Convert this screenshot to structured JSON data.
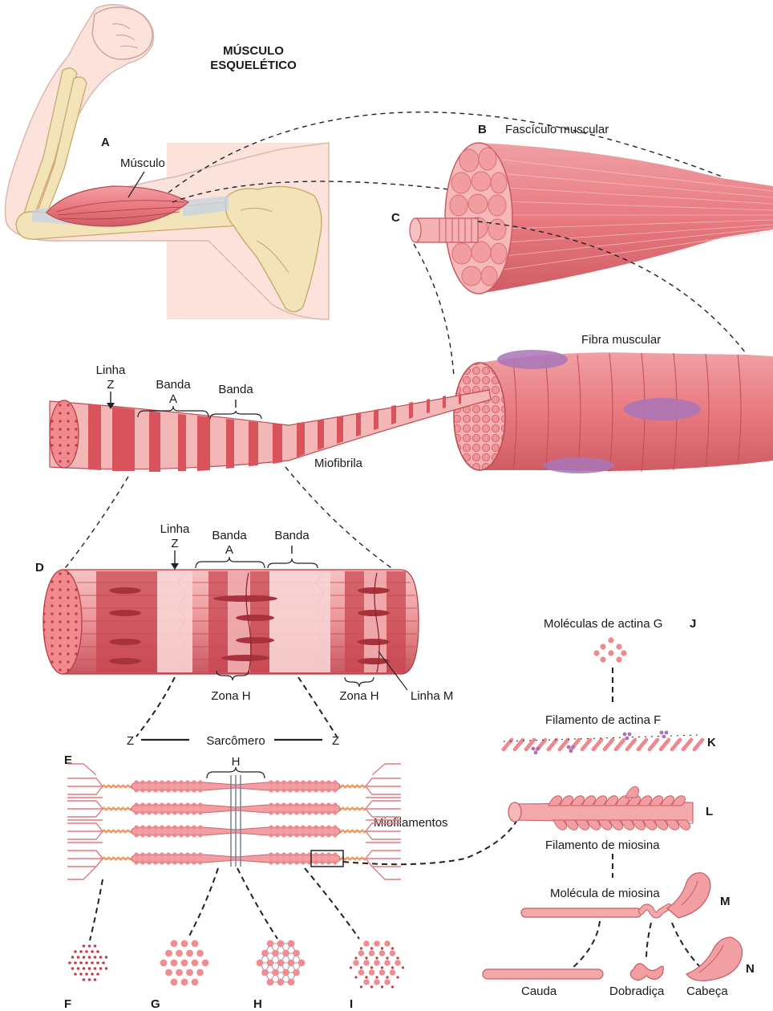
{
  "title_line1": "MÚSCULO",
  "title_line2": "ESQUELÉTICO",
  "letters": {
    "A": "A",
    "B": "B",
    "C": "C",
    "D": "D",
    "E": "E",
    "F": "F",
    "G": "G",
    "H": "H",
    "I": "I",
    "J": "J",
    "K": "K",
    "L": "L",
    "M": "M",
    "N": "N"
  },
  "labels": {
    "musculo": "Músculo",
    "fasciculo": "Fascículo muscular",
    "fibra": "Fibra muscular",
    "miofibrila": "Miofibrila",
    "linha": "Linha",
    "z": "Z",
    "banda": "Banda",
    "a": "A",
    "i": "I",
    "zona_h": "Zona H",
    "linha_m": "Linha M",
    "sarcomero": "Sarcômero",
    "h": "H",
    "miofilamentos": "Miofilamentos",
    "actina_g": "Moléculas de actina G",
    "actina_f": "Filamento de actina F",
    "miosina_filamento": "Filamento de miosina",
    "miosina_molecula": "Molécula de miosina",
    "cauda": "Cauda",
    "dobradica": "Dobradiça",
    "cabeca": "Cabeça"
  },
  "colors": {
    "muscle": "#e2787e",
    "muscle_light": "#f2b3b5",
    "muscle_dark": "#c24a52",
    "bone": "#f3e3b8",
    "skin": "#fbe3dc",
    "nucleus": "#a876b8",
    "tendon": "#a9b7c8"
  }
}
